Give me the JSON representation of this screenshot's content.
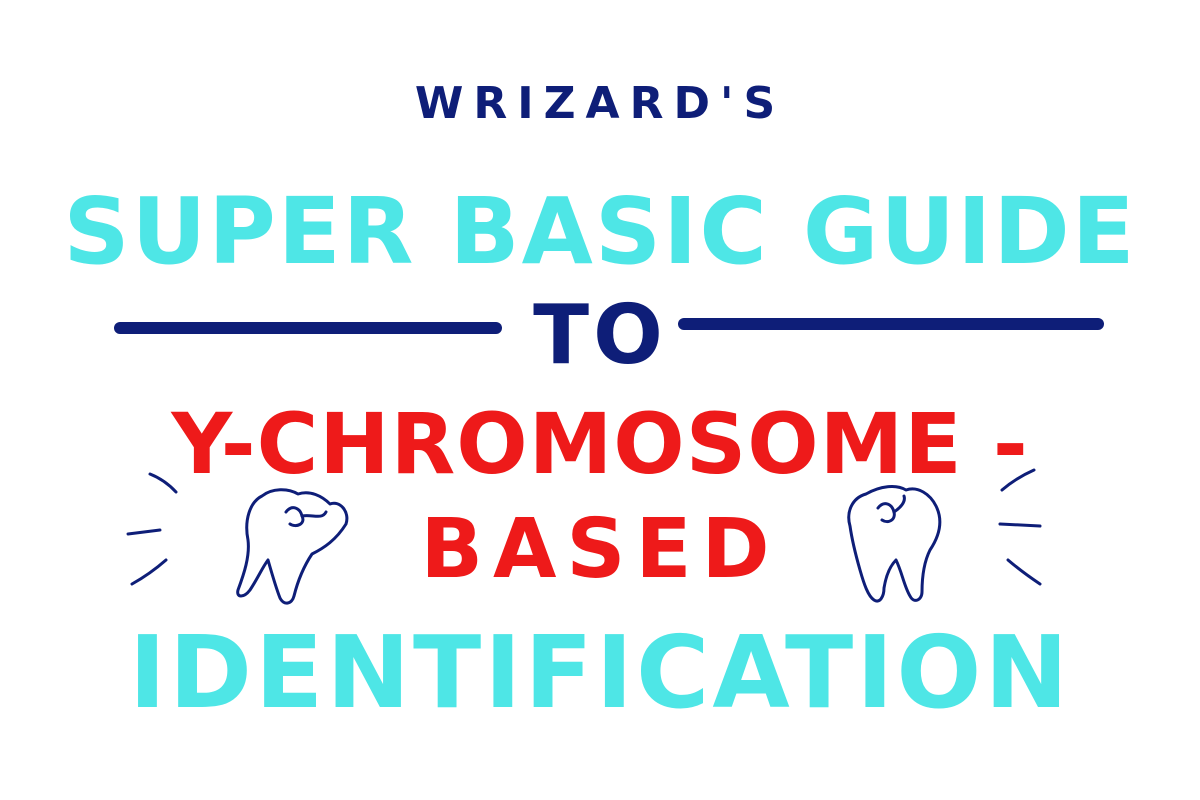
{
  "byline": "WRIZARD'S",
  "subtitle": "SUPER BASIC GUIDE",
  "connector": "TO",
  "topic_line_1": "Y-CHROMOSOME -",
  "topic_line_2": "BASED",
  "topic_line_3": "IDENTIFICATION",
  "colors": {
    "navy": "#0e1e78",
    "cyan": "#4ee6e6",
    "red": "#ee1a1a",
    "background": "#ffffff"
  },
  "icons": [
    "tooth-icon",
    "tooth-icon",
    "emphasis-strokes"
  ]
}
